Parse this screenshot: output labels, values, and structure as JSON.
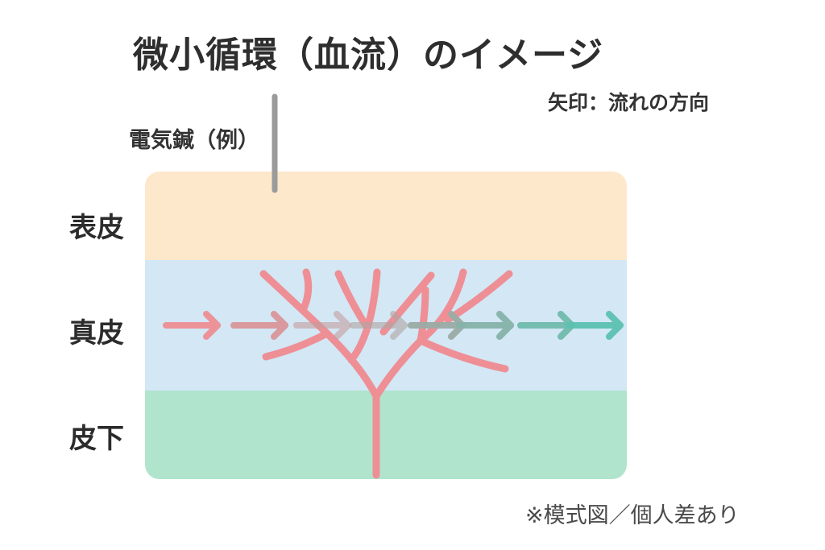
{
  "title": "微小循環（血流）のイメージ",
  "legend": {
    "arrow_note": "矢印：流れの方向"
  },
  "needle": {
    "label": "電気鍼（例）"
  },
  "layers": [
    {
      "name": "epidermis",
      "label": "表皮",
      "color": "#fde8cc"
    },
    {
      "name": "dermis",
      "label": "真皮",
      "color": "#d3e7f5"
    },
    {
      "name": "subcutis",
      "label": "皮下",
      "color": "#b0e4cd"
    }
  ],
  "footnote": "※模式図／個人差あり",
  "colors": {
    "vessel": "#ee8f96",
    "flow_start": "#ee8f96",
    "flow_end": "#5cc2b1",
    "needle": "#9b9b9b"
  },
  "icons": [
    "needle-icon",
    "flow-arrow-icon",
    "blood-vessel-icon"
  ]
}
